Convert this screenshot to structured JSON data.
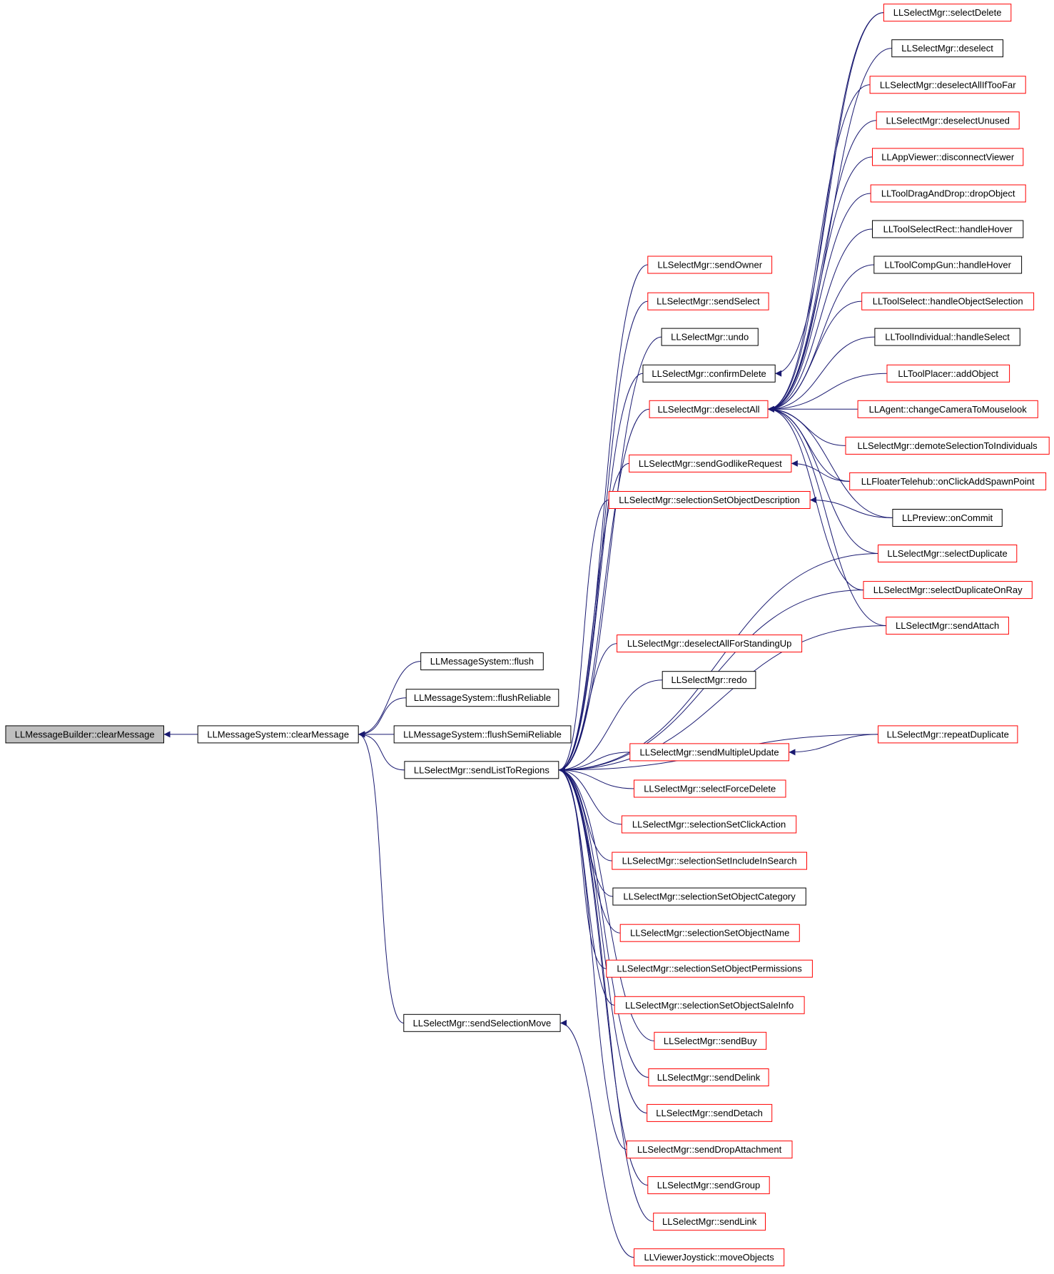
{
  "colors": {
    "edge": "#191970",
    "border_default": "#000000",
    "border_truncated": "#ff0000",
    "node_fill": "#ffffff",
    "root_fill": "#bfbfbf",
    "text": "#000000"
  },
  "nodes": [
    {
      "id": "clearMessageBuilder",
      "label": "LLMessageBuilder::clearMessage",
      "style": "root"
    },
    {
      "id": "clearMessageSystem",
      "label": "LLMessageSystem::clearMessage",
      "style": "default"
    },
    {
      "id": "flush",
      "label": "LLMessageSystem::flush",
      "style": "default"
    },
    {
      "id": "flushReliable",
      "label": "LLMessageSystem::flushReliable",
      "style": "default"
    },
    {
      "id": "flushSemiReliable",
      "label": "LLMessageSystem::flushSemiReliable",
      "style": "default"
    },
    {
      "id": "sendListToRegions",
      "label": "LLSelectMgr::sendListToRegions",
      "style": "default"
    },
    {
      "id": "sendSelectionMove",
      "label": "LLSelectMgr::sendSelectionMove",
      "style": "default"
    },
    {
      "id": "sendOwner",
      "label": "LLSelectMgr::sendOwner",
      "style": "truncated"
    },
    {
      "id": "sendSelect",
      "label": "LLSelectMgr::sendSelect",
      "style": "truncated"
    },
    {
      "id": "undo",
      "label": "LLSelectMgr::undo",
      "style": "default"
    },
    {
      "id": "confirmDelete",
      "label": "LLSelectMgr::confirmDelete",
      "style": "default"
    },
    {
      "id": "deselectAll",
      "label": "LLSelectMgr::deselectAll",
      "style": "truncated"
    },
    {
      "id": "sendGodlikeRequest",
      "label": "LLSelectMgr::sendGodlikeRequest",
      "style": "truncated"
    },
    {
      "id": "selSetObjDescription",
      "label": "LLSelectMgr::selectionSetObjectDescription",
      "style": "truncated"
    },
    {
      "id": "deselectAllForStandingUp",
      "label": "LLSelectMgr::deselectAllForStandingUp",
      "style": "truncated"
    },
    {
      "id": "redo",
      "label": "LLSelectMgr::redo",
      "style": "default"
    },
    {
      "id": "sendMultipleUpdate",
      "label": "LLSelectMgr::sendMultipleUpdate",
      "style": "truncated"
    },
    {
      "id": "selectForceDelete",
      "label": "LLSelectMgr::selectForceDelete",
      "style": "truncated"
    },
    {
      "id": "selSetClickAction",
      "label": "LLSelectMgr::selectionSetClickAction",
      "style": "truncated"
    },
    {
      "id": "selSetIncludeInSearch",
      "label": "LLSelectMgr::selectionSetIncludeInSearch",
      "style": "truncated"
    },
    {
      "id": "selSetObjCategory",
      "label": "LLSelectMgr::selectionSetObjectCategory",
      "style": "default"
    },
    {
      "id": "selSetObjName",
      "label": "LLSelectMgr::selectionSetObjectName",
      "style": "truncated"
    },
    {
      "id": "selSetObjPermissions",
      "label": "LLSelectMgr::selectionSetObjectPermissions",
      "style": "truncated"
    },
    {
      "id": "selSetObjSaleInfo",
      "label": "LLSelectMgr::selectionSetObjectSaleInfo",
      "style": "truncated"
    },
    {
      "id": "sendBuy",
      "label": "LLSelectMgr::sendBuy",
      "style": "truncated"
    },
    {
      "id": "sendDelink",
      "label": "LLSelectMgr::sendDelink",
      "style": "truncated"
    },
    {
      "id": "sendDetach",
      "label": "LLSelectMgr::sendDetach",
      "style": "truncated"
    },
    {
      "id": "sendDropAttachment",
      "label": "LLSelectMgr::sendDropAttachment",
      "style": "truncated"
    },
    {
      "id": "sendGroup",
      "label": "LLSelectMgr::sendGroup",
      "style": "truncated"
    },
    {
      "id": "sendLink",
      "label": "LLSelectMgr::sendLink",
      "style": "truncated"
    },
    {
      "id": "moveObjects",
      "label": "LLViewerJoystick::moveObjects",
      "style": "truncated"
    },
    {
      "id": "selectDelete",
      "label": "LLSelectMgr::selectDelete",
      "style": "truncated"
    },
    {
      "id": "deselect",
      "label": "LLSelectMgr::deselect",
      "style": "default"
    },
    {
      "id": "deselectAllIfTooFar",
      "label": "LLSelectMgr::deselectAllIfTooFar",
      "style": "truncated"
    },
    {
      "id": "deselectUnused",
      "label": "LLSelectMgr::deselectUnused",
      "style": "truncated"
    },
    {
      "id": "disconnectViewer",
      "label": "LLAppViewer::disconnectViewer",
      "style": "truncated"
    },
    {
      "id": "dropObject",
      "label": "LLToolDragAndDrop::dropObject",
      "style": "truncated"
    },
    {
      "id": "rectHandleHover",
      "label": "LLToolSelectRect::handleHover",
      "style": "default"
    },
    {
      "id": "compGunHandleHover",
      "label": "LLToolCompGun::handleHover",
      "style": "default"
    },
    {
      "id": "handleObjectSelection",
      "label": "LLToolSelect::handleObjectSelection",
      "style": "truncated"
    },
    {
      "id": "individualHandleSelect",
      "label": "LLToolIndividual::handleSelect",
      "style": "default"
    },
    {
      "id": "addObject",
      "label": "LLToolPlacer::addObject",
      "style": "truncated"
    },
    {
      "id": "changeCameraToMouselook",
      "label": "LLAgent::changeCameraToMouselook",
      "style": "truncated"
    },
    {
      "id": "demoteSelectionToIndividuals",
      "label": "LLSelectMgr::demoteSelectionToIndividuals",
      "style": "truncated"
    },
    {
      "id": "onClickAddSpawnPoint",
      "label": "LLFloaterTelehub::onClickAddSpawnPoint",
      "style": "truncated"
    },
    {
      "id": "previewOnCommit",
      "label": "LLPreview::onCommit",
      "style": "default"
    },
    {
      "id": "selectDuplicate",
      "label": "LLSelectMgr::selectDuplicate",
      "style": "truncated"
    },
    {
      "id": "selectDuplicateOnRay",
      "label": "LLSelectMgr::selectDuplicateOnRay",
      "style": "truncated"
    },
    {
      "id": "sendAttach",
      "label": "LLSelectMgr::sendAttach",
      "style": "truncated"
    },
    {
      "id": "repeatDuplicate",
      "label": "LLSelectMgr::repeatDuplicate",
      "style": "truncated"
    }
  ],
  "edges": [
    [
      "clearMessageSystem",
      "clearMessageBuilder"
    ],
    [
      "flush",
      "clearMessageSystem"
    ],
    [
      "flushReliable",
      "clearMessageSystem"
    ],
    [
      "flushSemiReliable",
      "clearMessageSystem"
    ],
    [
      "sendListToRegions",
      "clearMessageSystem"
    ],
    [
      "sendSelectionMove",
      "clearMessageSystem"
    ],
    [
      "sendOwner",
      "sendListToRegions"
    ],
    [
      "sendSelect",
      "sendListToRegions"
    ],
    [
      "undo",
      "sendListToRegions"
    ],
    [
      "confirmDelete",
      "sendListToRegions"
    ],
    [
      "deselectAll",
      "sendListToRegions"
    ],
    [
      "sendGodlikeRequest",
      "sendListToRegions"
    ],
    [
      "selSetObjDescription",
      "sendListToRegions"
    ],
    [
      "selectDuplicate",
      "sendListToRegions"
    ],
    [
      "selectDuplicateOnRay",
      "sendListToRegions"
    ],
    [
      "sendAttach",
      "sendListToRegions"
    ],
    [
      "deselectAllForStandingUp",
      "sendListToRegions"
    ],
    [
      "redo",
      "sendListToRegions"
    ],
    [
      "repeatDuplicate",
      "sendListToRegions"
    ],
    [
      "sendMultipleUpdate",
      "sendListToRegions"
    ],
    [
      "selectForceDelete",
      "sendListToRegions"
    ],
    [
      "selSetClickAction",
      "sendListToRegions"
    ],
    [
      "selSetIncludeInSearch",
      "sendListToRegions"
    ],
    [
      "selSetObjCategory",
      "sendListToRegions"
    ],
    [
      "selSetObjName",
      "sendListToRegions"
    ],
    [
      "selSetObjPermissions",
      "sendListToRegions"
    ],
    [
      "selSetObjSaleInfo",
      "sendListToRegions"
    ],
    [
      "sendBuy",
      "sendListToRegions"
    ],
    [
      "sendDelink",
      "sendListToRegions"
    ],
    [
      "sendDetach",
      "sendListToRegions"
    ],
    [
      "sendDropAttachment",
      "sendListToRegions"
    ],
    [
      "sendGroup",
      "sendListToRegions"
    ],
    [
      "sendLink",
      "sendListToRegions"
    ],
    [
      "moveObjects",
      "sendSelectionMove"
    ],
    [
      "selectDelete",
      "confirmDelete"
    ],
    [
      "selectDelete",
      "deselectAll"
    ],
    [
      "deselect",
      "deselectAll"
    ],
    [
      "deselectAllIfTooFar",
      "deselectAll"
    ],
    [
      "deselectUnused",
      "deselectAll"
    ],
    [
      "disconnectViewer",
      "deselectAll"
    ],
    [
      "dropObject",
      "deselectAll"
    ],
    [
      "rectHandleHover",
      "deselectAll"
    ],
    [
      "compGunHandleHover",
      "deselectAll"
    ],
    [
      "handleObjectSelection",
      "deselectAll"
    ],
    [
      "individualHandleSelect",
      "deselectAll"
    ],
    [
      "addObject",
      "deselectAll"
    ],
    [
      "changeCameraToMouselook",
      "deselectAll"
    ],
    [
      "demoteSelectionToIndividuals",
      "deselectAll"
    ],
    [
      "onClickAddSpawnPoint",
      "deselectAll"
    ],
    [
      "onClickAddSpawnPoint",
      "sendGodlikeRequest"
    ],
    [
      "previewOnCommit",
      "deselectAll"
    ],
    [
      "previewOnCommit",
      "selSetObjDescription"
    ],
    [
      "selectDuplicate",
      "deselectAll"
    ],
    [
      "selectDuplicateOnRay",
      "deselectAll"
    ],
    [
      "sendAttach",
      "deselectAll"
    ],
    [
      "repeatDuplicate",
      "sendMultipleUpdate"
    ]
  ]
}
